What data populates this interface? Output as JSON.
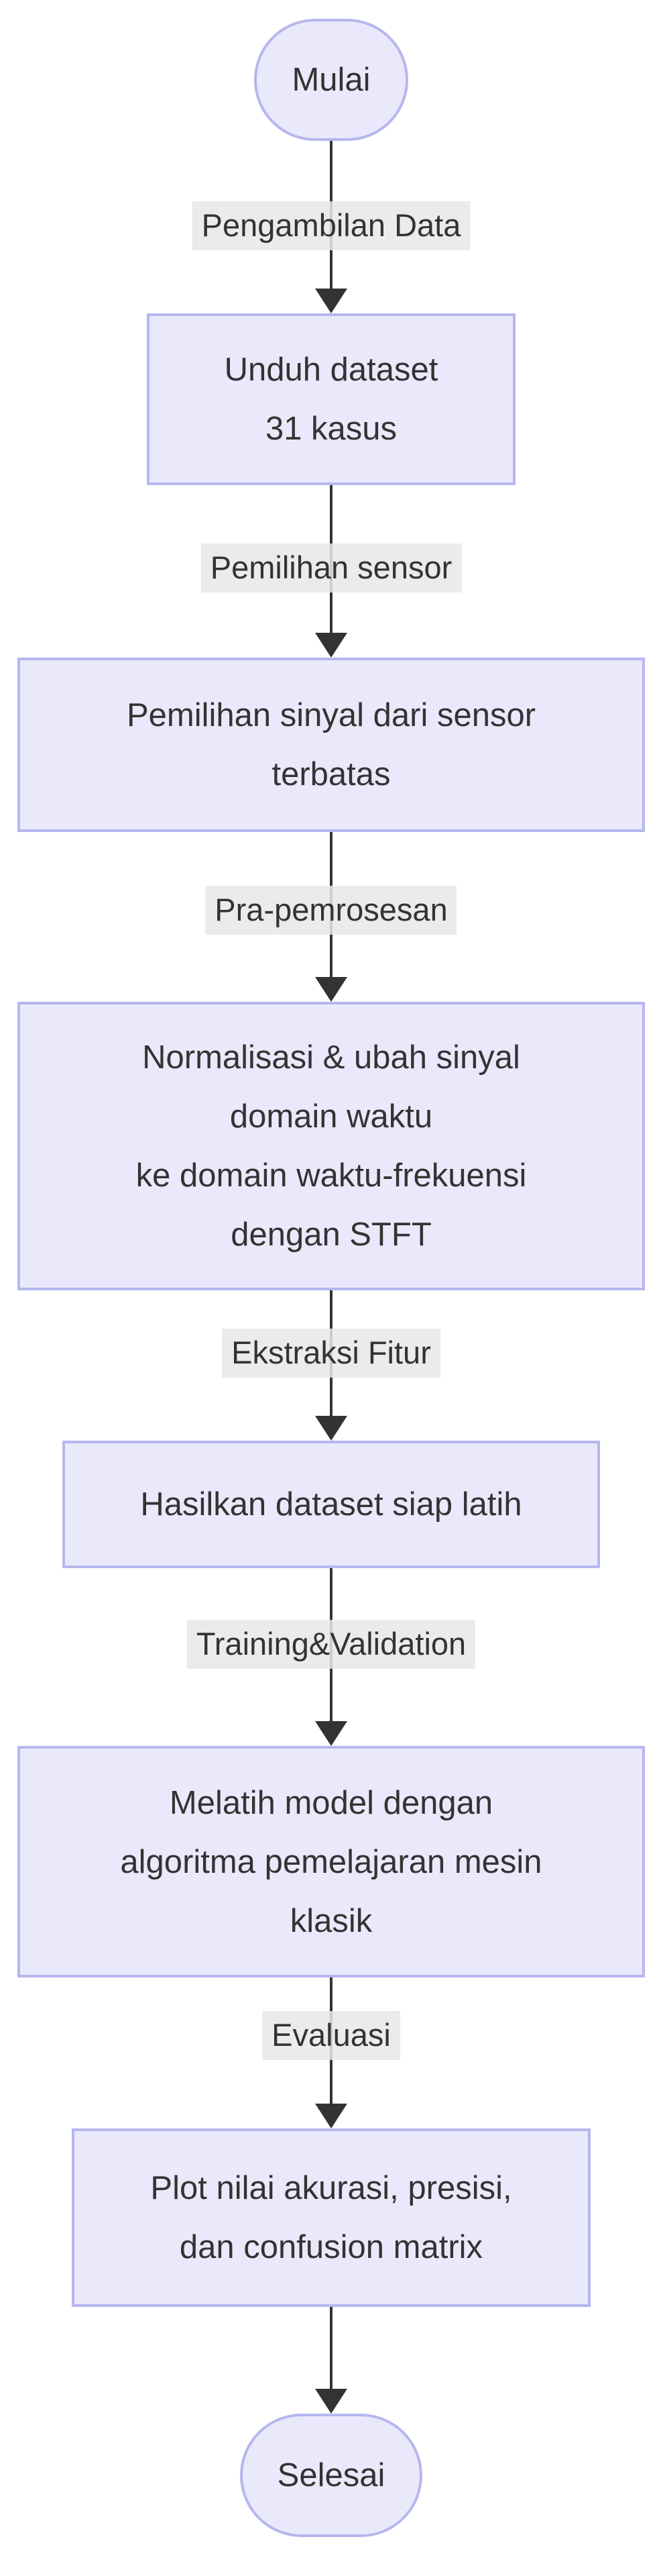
{
  "diagram": {
    "type": "flowchart",
    "direction": "top-down",
    "nodes": [
      {
        "id": "start",
        "shape": "stadium",
        "label": "Mulai"
      },
      {
        "id": "step1",
        "shape": "rect",
        "lines": [
          "Unduh dataset",
          "31 kasus"
        ]
      },
      {
        "id": "step2",
        "shape": "rect",
        "lines": [
          "Pemilihan sinyal dari sensor",
          "terbatas"
        ]
      },
      {
        "id": "step3",
        "shape": "rect",
        "lines": [
          "Normalisasi & ubah sinyal",
          "domain waktu",
          "ke domain waktu-frekuensi",
          "dengan STFT"
        ]
      },
      {
        "id": "step4",
        "shape": "rect",
        "lines": [
          "Hasilkan dataset siap latih"
        ]
      },
      {
        "id": "step5",
        "shape": "rect",
        "lines": [
          "Melatih model dengan",
          "algoritma pemelajaran mesin",
          "klasik"
        ]
      },
      {
        "id": "step6",
        "shape": "rect",
        "lines": [
          "Plot nilai akurasi, presisi,",
          "dan confusion matrix"
        ]
      },
      {
        "id": "end",
        "shape": "stadium",
        "label": "Selesai"
      }
    ],
    "edges": [
      {
        "from": "start",
        "to": "step1",
        "label": "Pengambilan Data"
      },
      {
        "from": "step1",
        "to": "step2",
        "label": "Pemilihan sensor"
      },
      {
        "from": "step2",
        "to": "step3",
        "label": "Pra-pemrosesan"
      },
      {
        "from": "step3",
        "to": "step4",
        "label": "Ekstraksi Fitur"
      },
      {
        "from": "step4",
        "to": "step5",
        "label": "Training&Validation"
      },
      {
        "from": "step5",
        "to": "step6",
        "label": "Evaluasi"
      },
      {
        "from": "step6",
        "to": "end",
        "label": ""
      }
    ],
    "colors": {
      "node_fill": "#e9e9fb",
      "node_border": "#b6b6ef",
      "edge_label_bg": "rgba(232,232,232,0.85)",
      "text": "#333333",
      "line": "#333333"
    }
  }
}
